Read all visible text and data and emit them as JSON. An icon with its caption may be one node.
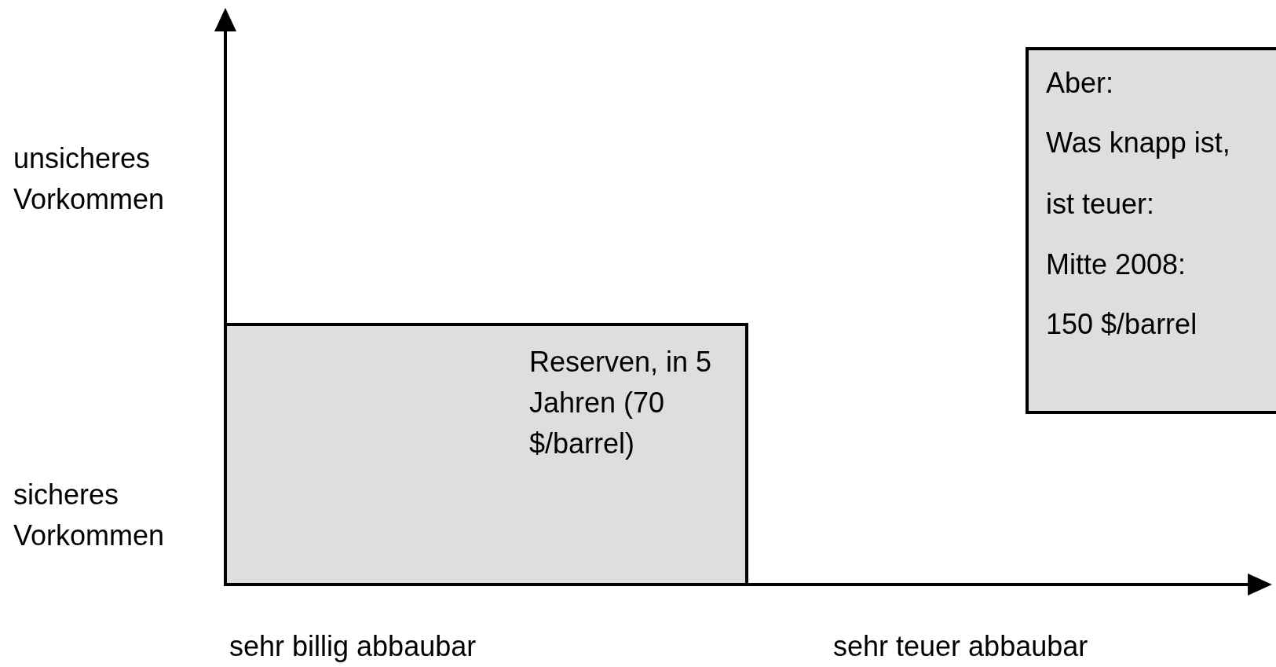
{
  "diagram": {
    "nodes": [
      {
        "text": [
          "Reserven, in 5 Jahren (70 $/barrel)"
        ]
      },
      {
        "text": [
          "Aber:",
          "Was knapp ist,",
          "ist teuer:",
          "Mitte 2008:",
          "150 $/barrel"
        ]
      }
    ],
    "labels": [
      "unsicheres Vorkommen",
      "sicheres Vorkommen",
      "sehr billig abbaubar",
      "sehr teuer abbaubar"
    ]
  }
}
